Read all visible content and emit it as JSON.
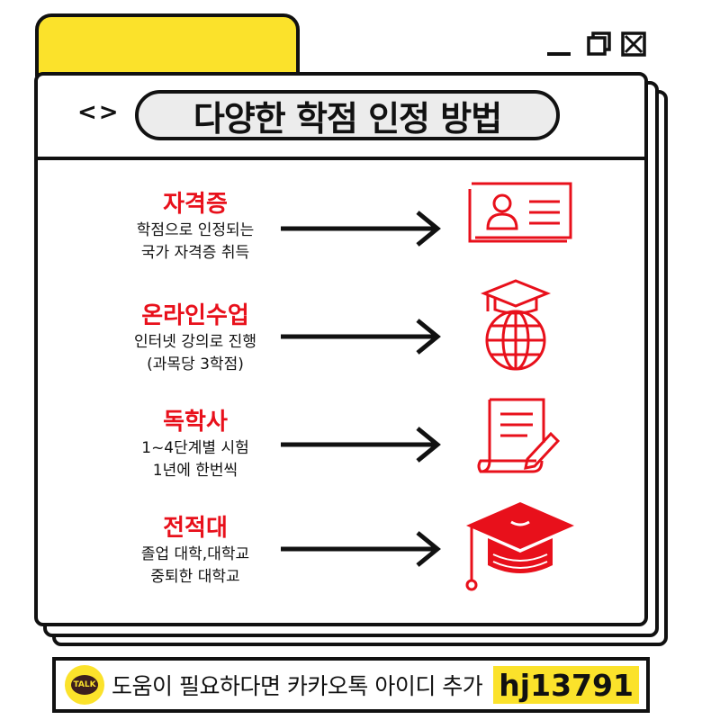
{
  "window": {
    "title": "다양한 학점 인정 방법",
    "nav_arrows": "<>"
  },
  "rows": [
    {
      "title": "자격증",
      "desc1": "학점으로 인정되는",
      "desc2": "국가 자격증 취득",
      "icon": "id-card-icon"
    },
    {
      "title": "온라인수업",
      "desc1": "인터넷 강의로 진행",
      "desc2": "(과목당 3학점)",
      "icon": "graduation-globe-icon"
    },
    {
      "title": "독학사",
      "desc1": "1~4단계별 시험",
      "desc2": "1년에 한번씩",
      "icon": "document-pen-icon"
    },
    {
      "title": "전적대",
      "desc1": "졸업 대학,대학교",
      "desc2": "중퇴한 대학교",
      "icon": "graduation-cap-icon"
    }
  ],
  "footer": {
    "talk_label": "TALK",
    "help_text": "도움이 필요하다면 카카오톡 아이디 추가",
    "kakao_id": "hj13791"
  },
  "colors": {
    "accent": "#e8101b",
    "yellow": "#fbe22b",
    "ink": "#111111"
  }
}
